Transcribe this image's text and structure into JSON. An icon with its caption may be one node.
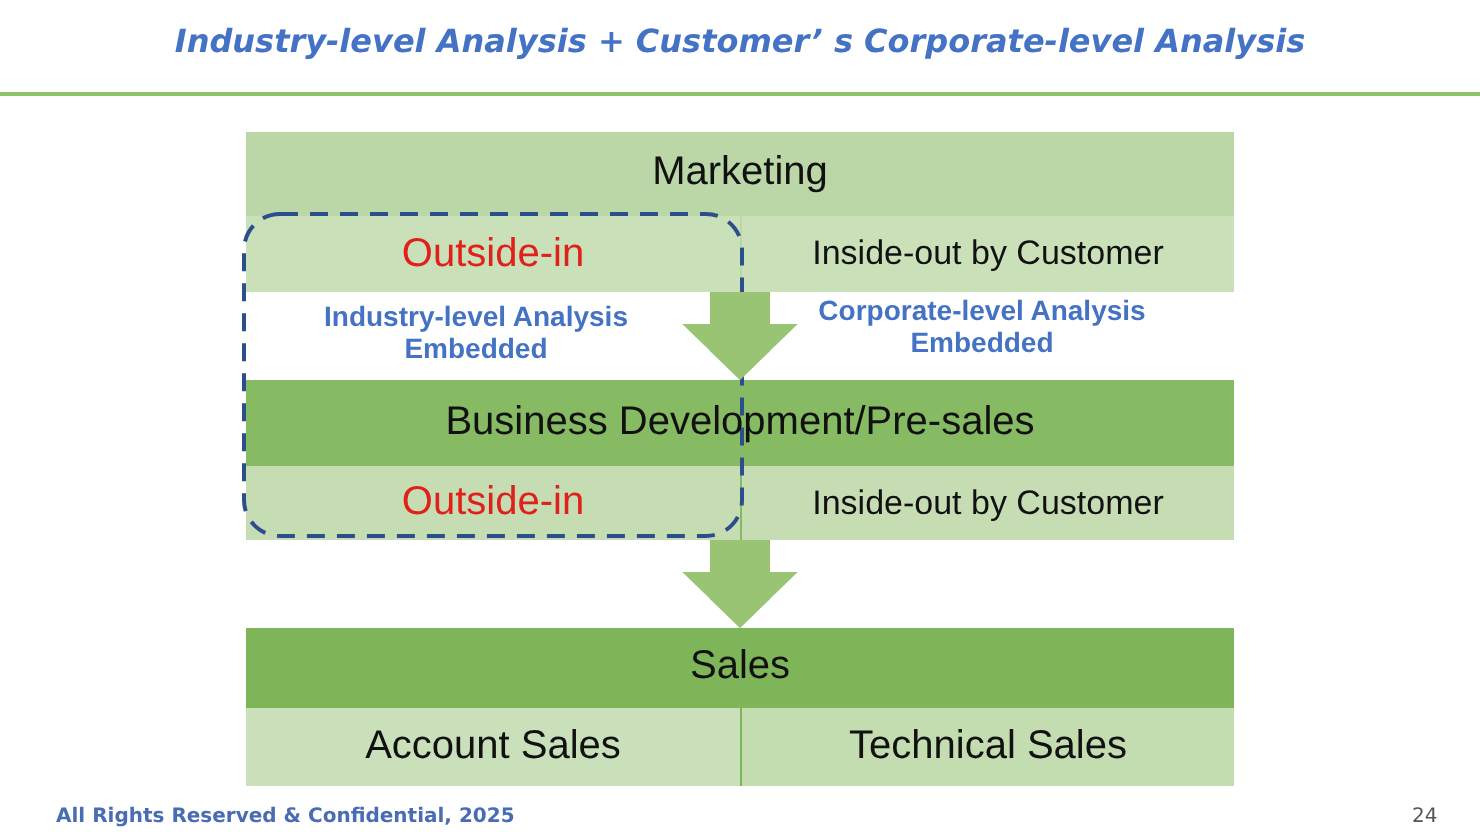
{
  "diagram": {
    "title": "Industry-level Analysis + Customer’ s Corporate-level Analysis",
    "nodes": [
      {
        "text": [
          "Marketing"
        ]
      },
      {
        "text": [
          "Outside-in"
        ],
        "in": 0
      },
      {
        "text": [
          "Inside-out by Customer"
        ],
        "in": 0
      },
      {
        "text": [
          "Business Development/Pre-sales"
        ]
      },
      {
        "text": [
          "Outside-in"
        ],
        "in": 3
      },
      {
        "text": [
          "Inside-out by Customer"
        ],
        "in": 3
      },
      {
        "text": [
          "Sales"
        ]
      },
      {
        "text": [
          "Account Sales"
        ],
        "in": 6
      },
      {
        "text": [
          "Technical Sales"
        ],
        "in": 6
      }
    ],
    "edges": [
      {
        "from": 0,
        "to": 3,
        "arrow": "to"
      },
      {
        "from": 3,
        "to": 6,
        "arrow": "to"
      }
    ],
    "labels": [
      "Industry-level Analysis Embedded",
      "Corporate-level Analysis Embedded",
      "All Rights Reserved & Confidential, 2025",
      "24"
    ]
  }
}
